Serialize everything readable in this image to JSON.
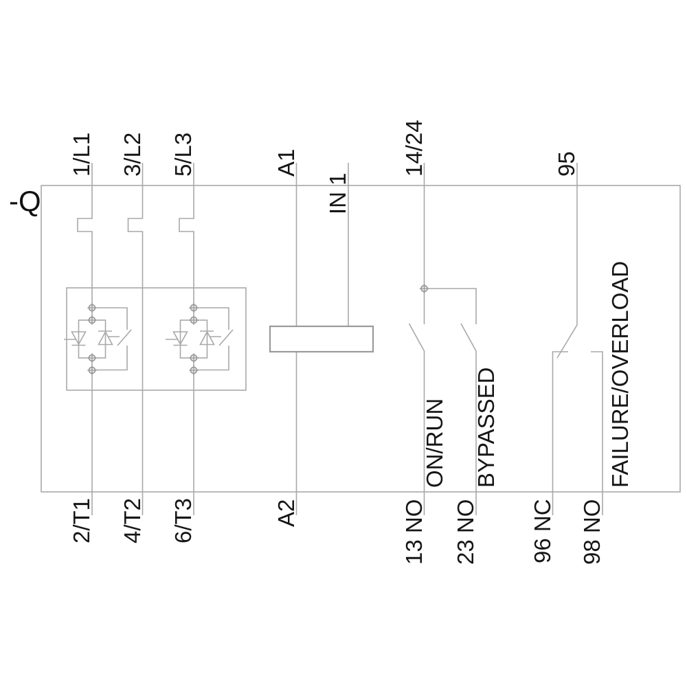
{
  "diagram": {
    "title_semantic": "Soft starter wiring schematic",
    "device_label": "-Q",
    "colors": {
      "line": "#a8a8a8",
      "text": "#161616",
      "background": "#ffffff"
    },
    "terminals_top": [
      {
        "label": "1/L1"
      },
      {
        "label": "3/L2"
      },
      {
        "label": "5/L3"
      },
      {
        "label": "A1"
      },
      {
        "label": "IN 1"
      },
      {
        "label": "14/24"
      },
      {
        "label": "95"
      }
    ],
    "terminals_bottom": [
      {
        "label": "2/T1"
      },
      {
        "label": "4/T2"
      },
      {
        "label": "6/T3"
      },
      {
        "label": "A2"
      },
      {
        "label": "13 NO"
      },
      {
        "label": "23 NO"
      },
      {
        "label": "96 NC"
      },
      {
        "label": "98 NO"
      }
    ],
    "state_labels": [
      {
        "label": "ON/RUN"
      },
      {
        "label": "BYPASSED"
      },
      {
        "label": "FAILURE/OVERLOAD"
      }
    ]
  }
}
